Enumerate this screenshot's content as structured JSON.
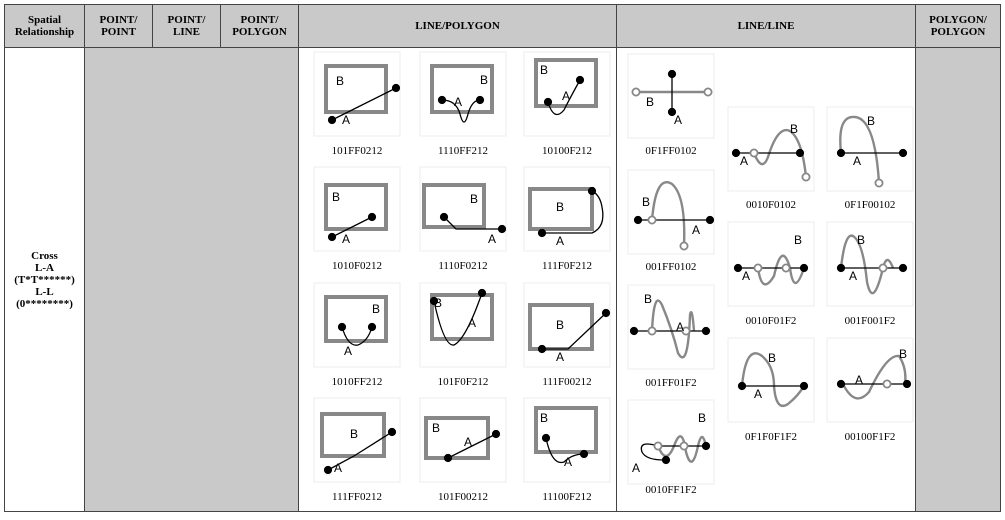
{
  "headers": {
    "relationship": "Spatial Relationship",
    "point_point": "POINT/ POINT",
    "point_line": "POINT/ LINE",
    "point_polygon": "POINT/ POLYGON",
    "line_polygon": "LINE/POLYGON",
    "line_line": "LINE/LINE",
    "polygon_polygon": "POLYGON/ POLYGON"
  },
  "relationship": {
    "name": "Cross",
    "line1": "L-A",
    "line2": "(T*T******)",
    "line3": "L-L",
    "line4": "(0********)"
  },
  "shape_labels": {
    "a": "A",
    "b": "B"
  },
  "line_polygon_codes": [
    "101FF0212",
    "1110FF212",
    "10100F212",
    "1010F0212",
    "1110F0212",
    "111F0F212",
    "1010FF212",
    "101F0F212",
    "111F00212",
    "111FF0212",
    "101F00212",
    "11100F212"
  ],
  "line_line_codes": [
    "0F1FF0102",
    "001FF0102",
    "001FF01F2",
    "0010FF1F2",
    "0010F0102",
    "0F1F00102",
    "0010F01F2",
    "001F001F2",
    "0F1F0F1F2",
    "00100F1F2"
  ],
  "colors": {
    "header_gray": "#c9c9c9",
    "polygon_gray": "#888888",
    "border": "#444444"
  }
}
